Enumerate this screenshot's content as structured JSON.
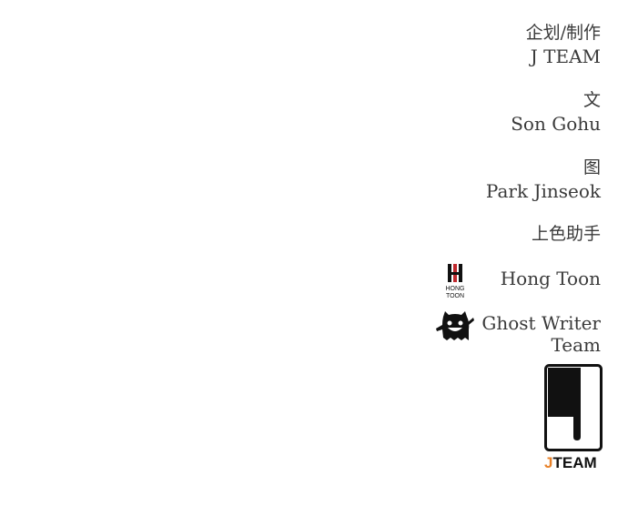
{
  "credits": [
    {
      "role": "企划/制作",
      "name": "J TEAM"
    },
    {
      "role": "文",
      "name": "Son Gohu"
    },
    {
      "role": "图",
      "name": "Park Jinseok"
    },
    {
      "role": "上色助手"
    }
  ],
  "studios": [
    {
      "name": "Hong Toon",
      "logo_text": [
        "HONG",
        "TOON"
      ],
      "icon": "hong-toon-logo"
    },
    {
      "name_line1": "Ghost Writer",
      "name_line2": "Team",
      "icon": "ghost-mascot-logo"
    }
  ],
  "jteam_logo": {
    "letter": "J",
    "text": "TEAM",
    "accent": "#e8822a"
  }
}
